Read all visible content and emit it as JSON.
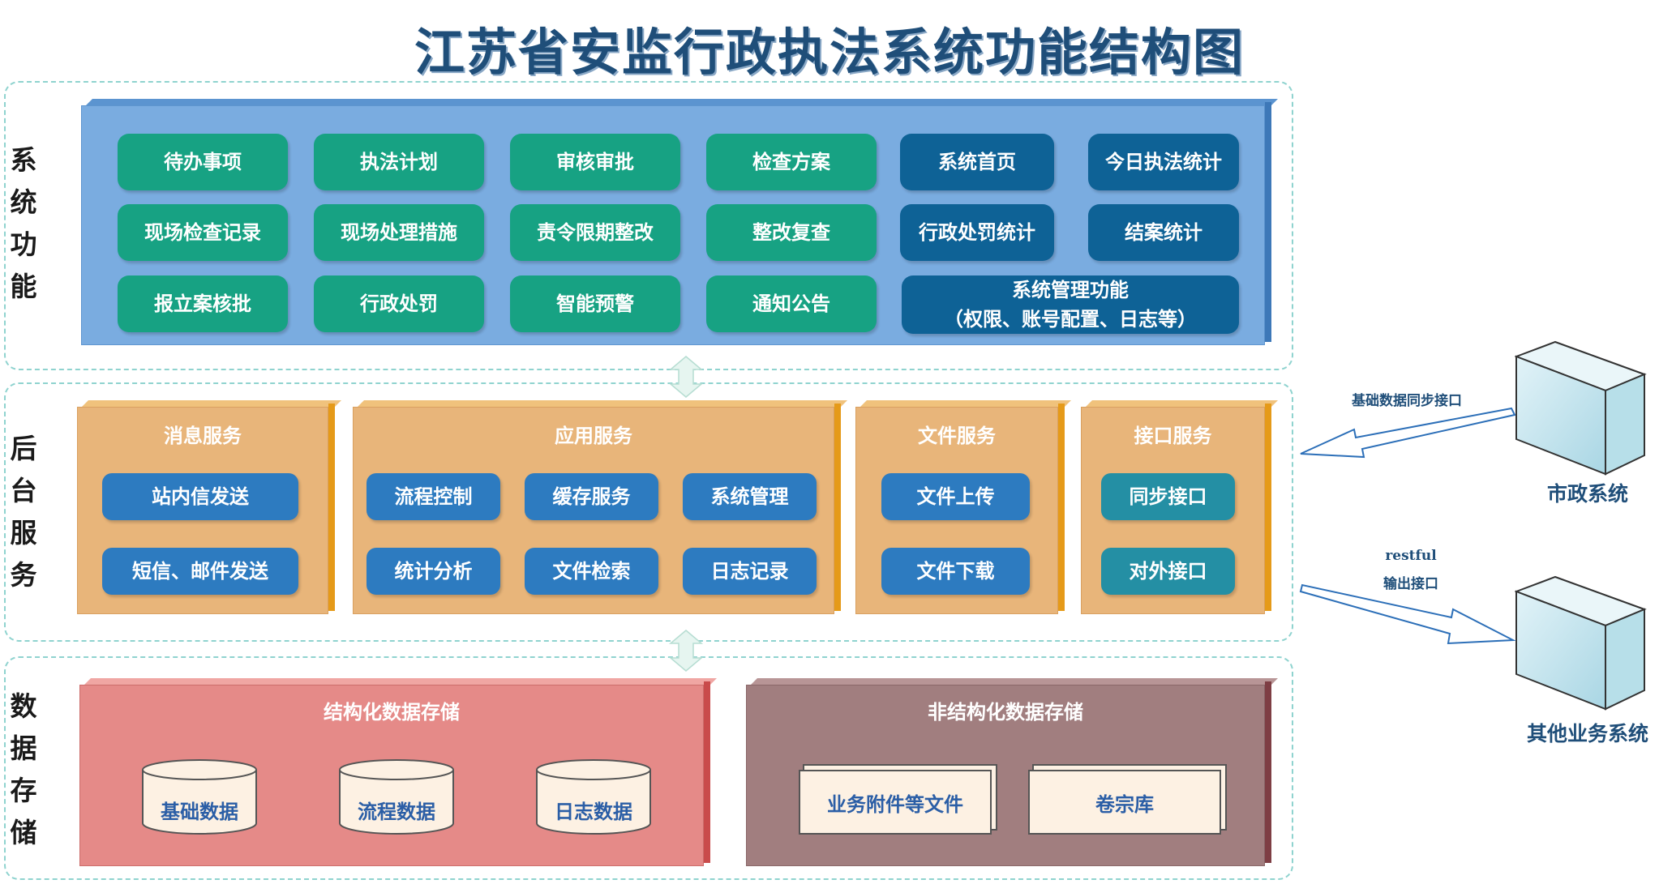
{
  "title": "江苏省安监行政执法系统功能结构图",
  "layers": {
    "functions": {
      "label": [
        "系",
        "统",
        "功",
        "能"
      ]
    },
    "backend": {
      "label": [
        "后",
        "台",
        "服",
        "务"
      ]
    },
    "storage": {
      "label": [
        "数",
        "据",
        "存",
        "储"
      ]
    }
  },
  "functions": {
    "green": [
      [
        "待办事项",
        "执法计划",
        "审核审批",
        "检查方案"
      ],
      [
        "现场检查记录",
        "现场处理措施",
        "责令限期整改",
        "整改复查"
      ],
      [
        "报立案核批",
        "行政处罚",
        "智能预警",
        "通知公告"
      ]
    ],
    "navy": [
      [
        "系统首页",
        "今日执法统计"
      ],
      [
        "行政处罚统计",
        "结案统计"
      ]
    ],
    "system_mgmt": {
      "line1": "系统管理功能",
      "line2": "（权限、账号配置、日志等）"
    }
  },
  "backend": {
    "message": {
      "title": "消息服务",
      "items": [
        "站内信发送",
        "短信、邮件发送"
      ]
    },
    "application": {
      "title": "应用服务",
      "items": [
        "流程控制",
        "缓存服务",
        "系统管理",
        "统计分析",
        "文件检索",
        "日志记录"
      ]
    },
    "file": {
      "title": "文件服务",
      "items": [
        "文件上传",
        "文件下载"
      ]
    },
    "interface": {
      "title": "接口服务",
      "items": [
        "同步接口",
        "对外接口"
      ]
    }
  },
  "storage": {
    "structured": {
      "title": "结构化数据存储",
      "items": [
        "基础数据",
        "流程数据",
        "日志数据"
      ]
    },
    "unstructured": {
      "title": "非结构化数据存储",
      "items": [
        "业务附件等文件",
        "卷宗库"
      ]
    }
  },
  "external": {
    "municipal": {
      "name": "市政系统",
      "link": "基础数据同步接口"
    },
    "other": {
      "name": "其他业务系统",
      "link_line1": "restful",
      "link_line2": "输出接口"
    }
  },
  "colors": {
    "function_panel": "#7aace0",
    "green_button": "#17a283",
    "navy_button": "#0e6296",
    "backend_panel": "#e8b57a",
    "structured_panel": "#e58a88",
    "unstructured_panel": "#a17e7f",
    "frame": "#8fd3cf"
  }
}
